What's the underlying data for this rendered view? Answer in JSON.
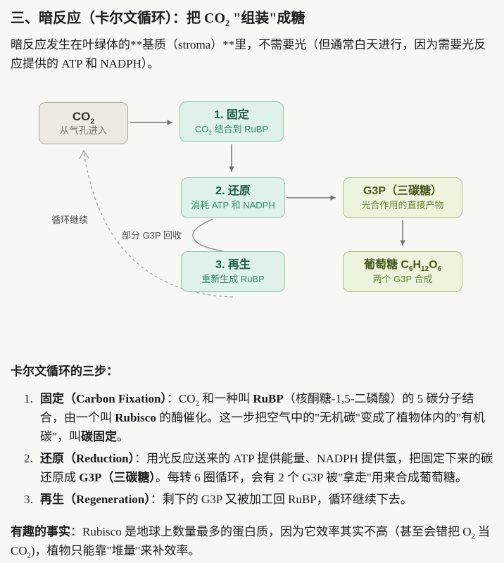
{
  "title_segments": [
    {
      "text": "三、暗反应（卡尔文循环）：把 CO"
    },
    {
      "text": "2",
      "sub": true
    },
    {
      "text": " \"组装\"成糖"
    }
  ],
  "intro_segments": [
    {
      "text": "暗反应发生在叶绿体的**基质（stroma）**里，不需要光（但通常白天进行，因为需要光反应提供的 ATP 和 NADPH）。"
    }
  ],
  "diagram": {
    "boxes": {
      "co2": {
        "title": [
          {
            "text": "CO"
          },
          {
            "text": "2",
            "sub": true
          }
        ],
        "subtitle": [
          {
            "text": "从气孔进入"
          }
        ]
      },
      "fixation": {
        "title": [
          {
            "text": "1. 固定"
          }
        ],
        "subtitle": [
          {
            "text": "CO"
          },
          {
            "text": "2",
            "sub": true
          },
          {
            "text": " 结合到 RuBP"
          }
        ]
      },
      "reduction": {
        "title": [
          {
            "text": "2. 还原"
          }
        ],
        "subtitle": [
          {
            "text": "消耗 ATP 和 NADPH"
          }
        ]
      },
      "regeneration": {
        "title": [
          {
            "text": "3. 再生"
          }
        ],
        "subtitle": [
          {
            "text": "重新生成 RuBP"
          }
        ]
      },
      "g3p": {
        "title": [
          {
            "text": "G3P（三碳糖）"
          }
        ],
        "subtitle": [
          {
            "text": "光合作用的直接产物"
          }
        ]
      },
      "glucose": {
        "title": [
          {
            "text": "葡萄糖 C"
          },
          {
            "text": "6",
            "sub": true
          },
          {
            "text": "H"
          },
          {
            "text": "12",
            "sub": true
          },
          {
            "text": "O"
          },
          {
            "text": "6",
            "sub": true
          }
        ],
        "subtitle": [
          {
            "text": "两个 G3P 合成"
          }
        ]
      }
    },
    "labels": {
      "cycle_continues": "循环继续",
      "g3p_recycled": "部分 G3P 回收"
    },
    "colors": {
      "co2_fill": "#ecebe3",
      "co2_border": "#aba89b",
      "step_fill": "#def2e9",
      "step_border": "#8fc8ac",
      "step_title": "#1c5a44",
      "step_subtitle": "#2f8a63",
      "product_fill": "#edf3dc",
      "product_border": "#afc084",
      "product_title": "#49591f",
      "product_subtitle": "#6a8539",
      "arrow": "#707070",
      "dashed_line": "#9a9a9a"
    }
  },
  "steps": {
    "heading": "卡尔文循环的三步：",
    "items": [
      {
        "number": "1.",
        "segments": [
          {
            "text": "固定（Carbon Fixation）",
            "bold": true
          },
          {
            "text": "：CO"
          },
          {
            "text": "2",
            "sub": true
          },
          {
            "text": " 和一种叫 "
          },
          {
            "text": "RuBP",
            "bold": true
          },
          {
            "text": "（核酮糖-1,5-二磷酸）的 5 碳分子结合，由一个叫 "
          },
          {
            "text": "Rubisco",
            "bold": true
          },
          {
            "text": " 的酶催化。这一步把空气中的\"无机碳\"变成了植物体内的\"有机碳\"，叫"
          },
          {
            "text": "碳固定",
            "bold": true
          },
          {
            "text": "。"
          }
        ]
      },
      {
        "number": "2.",
        "segments": [
          {
            "text": "还原（Reduction）",
            "bold": true
          },
          {
            "text": "：用光反应送来的 ATP 提供能量、NADPH 提供氢，把固定下来的碳还原成 "
          },
          {
            "text": "G3P（三碳糖）",
            "bold": true
          },
          {
            "text": "。每转 6 圈循环，会有 2 个 G3P 被\"拿走\"用来合成葡萄糖。"
          }
        ]
      },
      {
        "number": "3.",
        "segments": [
          {
            "text": "再生（Regeneration）",
            "bold": true
          },
          {
            "text": "：剩下的 G3P 又被加工回 RuBP，循环继续下去。"
          }
        ]
      }
    ]
  },
  "fact_segments": [
    {
      "text": "有趣的事实",
      "bold": true
    },
    {
      "text": "：Rubisco 是地球上数量最多的蛋白质，因为它效率其实不高（甚至会错把 O"
    },
    {
      "text": "2",
      "sub": true
    },
    {
      "text": " 当 CO"
    },
    {
      "text": "2",
      "sub": true
    },
    {
      "text": ")，植物只能靠\"堆量\"来补效率。"
    }
  ]
}
